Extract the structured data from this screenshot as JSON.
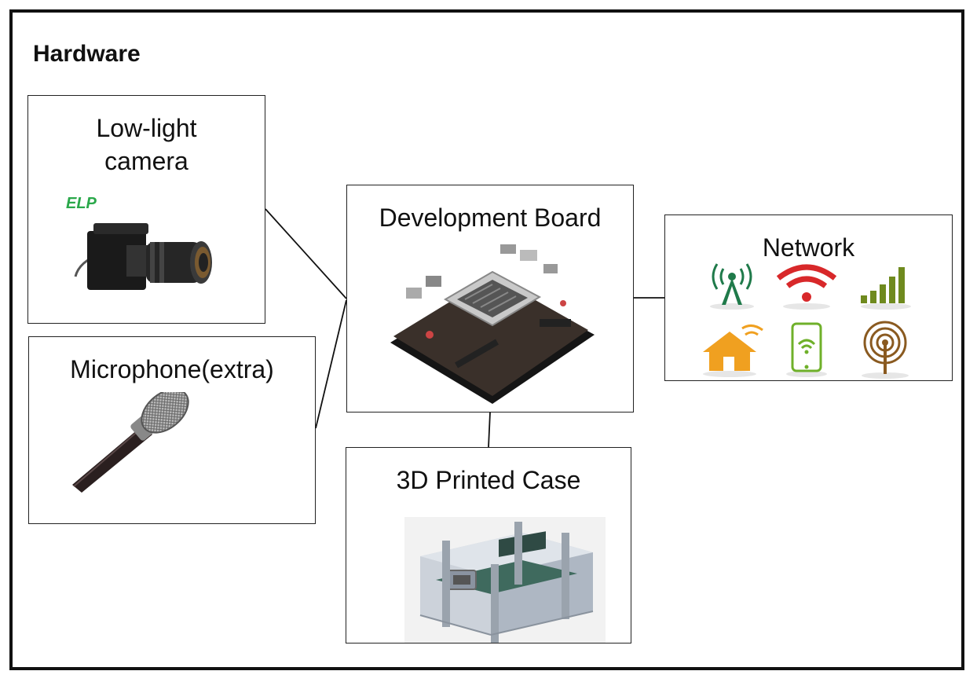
{
  "diagram": {
    "title": "Hardware",
    "nodes": {
      "camera": {
        "label_line1": "Low-light",
        "label_line2": "camera",
        "brand": "ELP"
      },
      "microphone": {
        "label": "Microphone(extra)"
      },
      "board": {
        "label": "Development Board"
      },
      "network": {
        "label": "Network",
        "icons": [
          "cell-tower-icon",
          "wifi-icon",
          "signal-bars-icon",
          "smart-home-icon",
          "smartphone-wifi-icon",
          "antenna-icon"
        ]
      },
      "case": {
        "label": "3D Printed Case"
      }
    },
    "edges": [
      {
        "from": "camera",
        "to": "board"
      },
      {
        "from": "microphone",
        "to": "board"
      },
      {
        "from": "board",
        "to": "network"
      },
      {
        "from": "board",
        "to": "case"
      }
    ],
    "colors": {
      "tower": "#1f7a4a",
      "wifi": "#d8282a",
      "bars": "#6f8a1e",
      "home": "#f0a020",
      "phone": "#6fb02a",
      "antenna": "#8a5a20"
    }
  }
}
